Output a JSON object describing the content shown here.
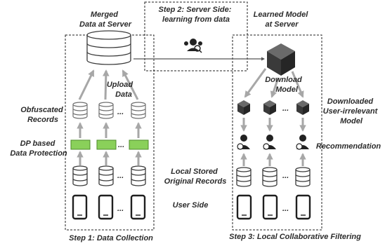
{
  "labels": {
    "merged_data": [
      "Merged",
      "Data at Server"
    ],
    "step2": [
      "Step 2: Server Side:",
      "learning from data"
    ],
    "learned_model": [
      "Learned Model",
      "at Server"
    ],
    "upload_data": [
      "Upload",
      "Data"
    ],
    "obfuscated_records": [
      "Obfuscated",
      "Records"
    ],
    "dp_protection": [
      "DP based",
      "Data Protection"
    ],
    "local_stored": [
      "Local Stored",
      "Original Records"
    ],
    "user_side": "User Side",
    "download_model": [
      "Download",
      "Model"
    ],
    "downloaded_model": [
      "Downloaded",
      "User-irrelevant",
      "Model"
    ],
    "recommendation": "Recommendation",
    "step1": "Step 1: Data Collection",
    "step3": "Step 3: Local Collaborative Filtering",
    "ellipsis": "..."
  },
  "colors": {
    "dp_fill": "#8ad05a",
    "arrow": "#a7a7a7",
    "cube": "#3a3a3a"
  },
  "icons": [
    "database-icon",
    "phone-icon",
    "cube-icon",
    "user-icon",
    "learning-icon"
  ]
}
